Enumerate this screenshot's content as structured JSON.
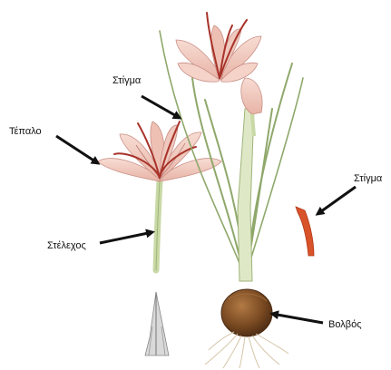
{
  "diagram": {
    "labels": {
      "tepalo": "Τέπαλο",
      "stigma_flower": "Στίγμα",
      "stelexos": "Στέλεχος",
      "stigma_detail": "Στίγμα",
      "volvos": "Βολβός"
    },
    "colors": {
      "petal_fill": "#f2c8bf",
      "petal_edge": "#c98f86",
      "petal_vein": "#b4706b",
      "stigma_red": "#d9532a",
      "stem_green": "#c9d9a6",
      "leaf_green": "#8fa86b",
      "bulb_brown": "#7a4a22",
      "root_beige": "#d6c6a8",
      "arrow_black": "#111111"
    }
  }
}
